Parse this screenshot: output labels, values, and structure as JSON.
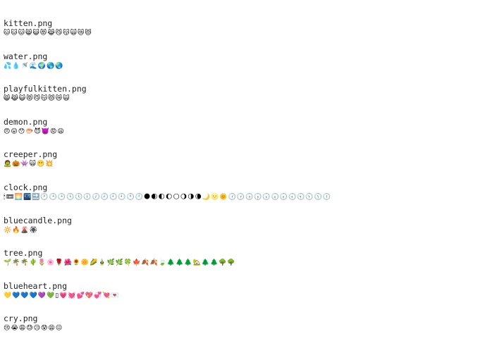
{
  "entries": [
    {
      "filename": "kitten.png",
      "emojis": "🐱🐱🐱😸😺😻😹😼😽🙀😿😾"
    },
    {
      "filename": "water.png",
      "emojis": "💦💧🚿🌊🌍🌎🌏"
    },
    {
      "filename": "playfulkitten.png",
      "emojis": "😸😹😺😻😼😽😾😿🙀"
    },
    {
      "filename": "demon.png",
      "emojis": "😠😛😯🐡😈👿😡😦"
    },
    {
      "filename": "creeper.png",
      "emojis": "🧟🎃👾🙀😬💥"
    },
    {
      "filename": "clock.png",
      "emojis": "🕯📼🌅🌃🔜🕐🕑🕒🕓🕔🕕🕖🕗🕘🕙🕚🕛🌑🌒🌓🌔🌕🌖🌗🌘🌙🌝🌞🕜🕝🕞🕟🕠🕡🕢🕣🕤🕥🕦🕧"
    },
    {
      "filename": "bluecandle.png",
      "emojis": "🔆🔥🌋🏵"
    },
    {
      "filename": "tree.png",
      "emojis": "🌱🌴🌴🌵🌷🌸🌹🌺🌻🌼🌽🎍🌿🌿🍀🍁🍂🍂🍃🌲🌲🌲🏡🌲🌲🌳🌳"
    },
    {
      "filename": "blueheart.png",
      "emojis": "💛💙💙💙💜💚▯💗💓💕💖💞💘💌"
    },
    {
      "filename": "cry.png",
      "emojis": "😢😭😩😓😥😰😫😖"
    }
  ]
}
